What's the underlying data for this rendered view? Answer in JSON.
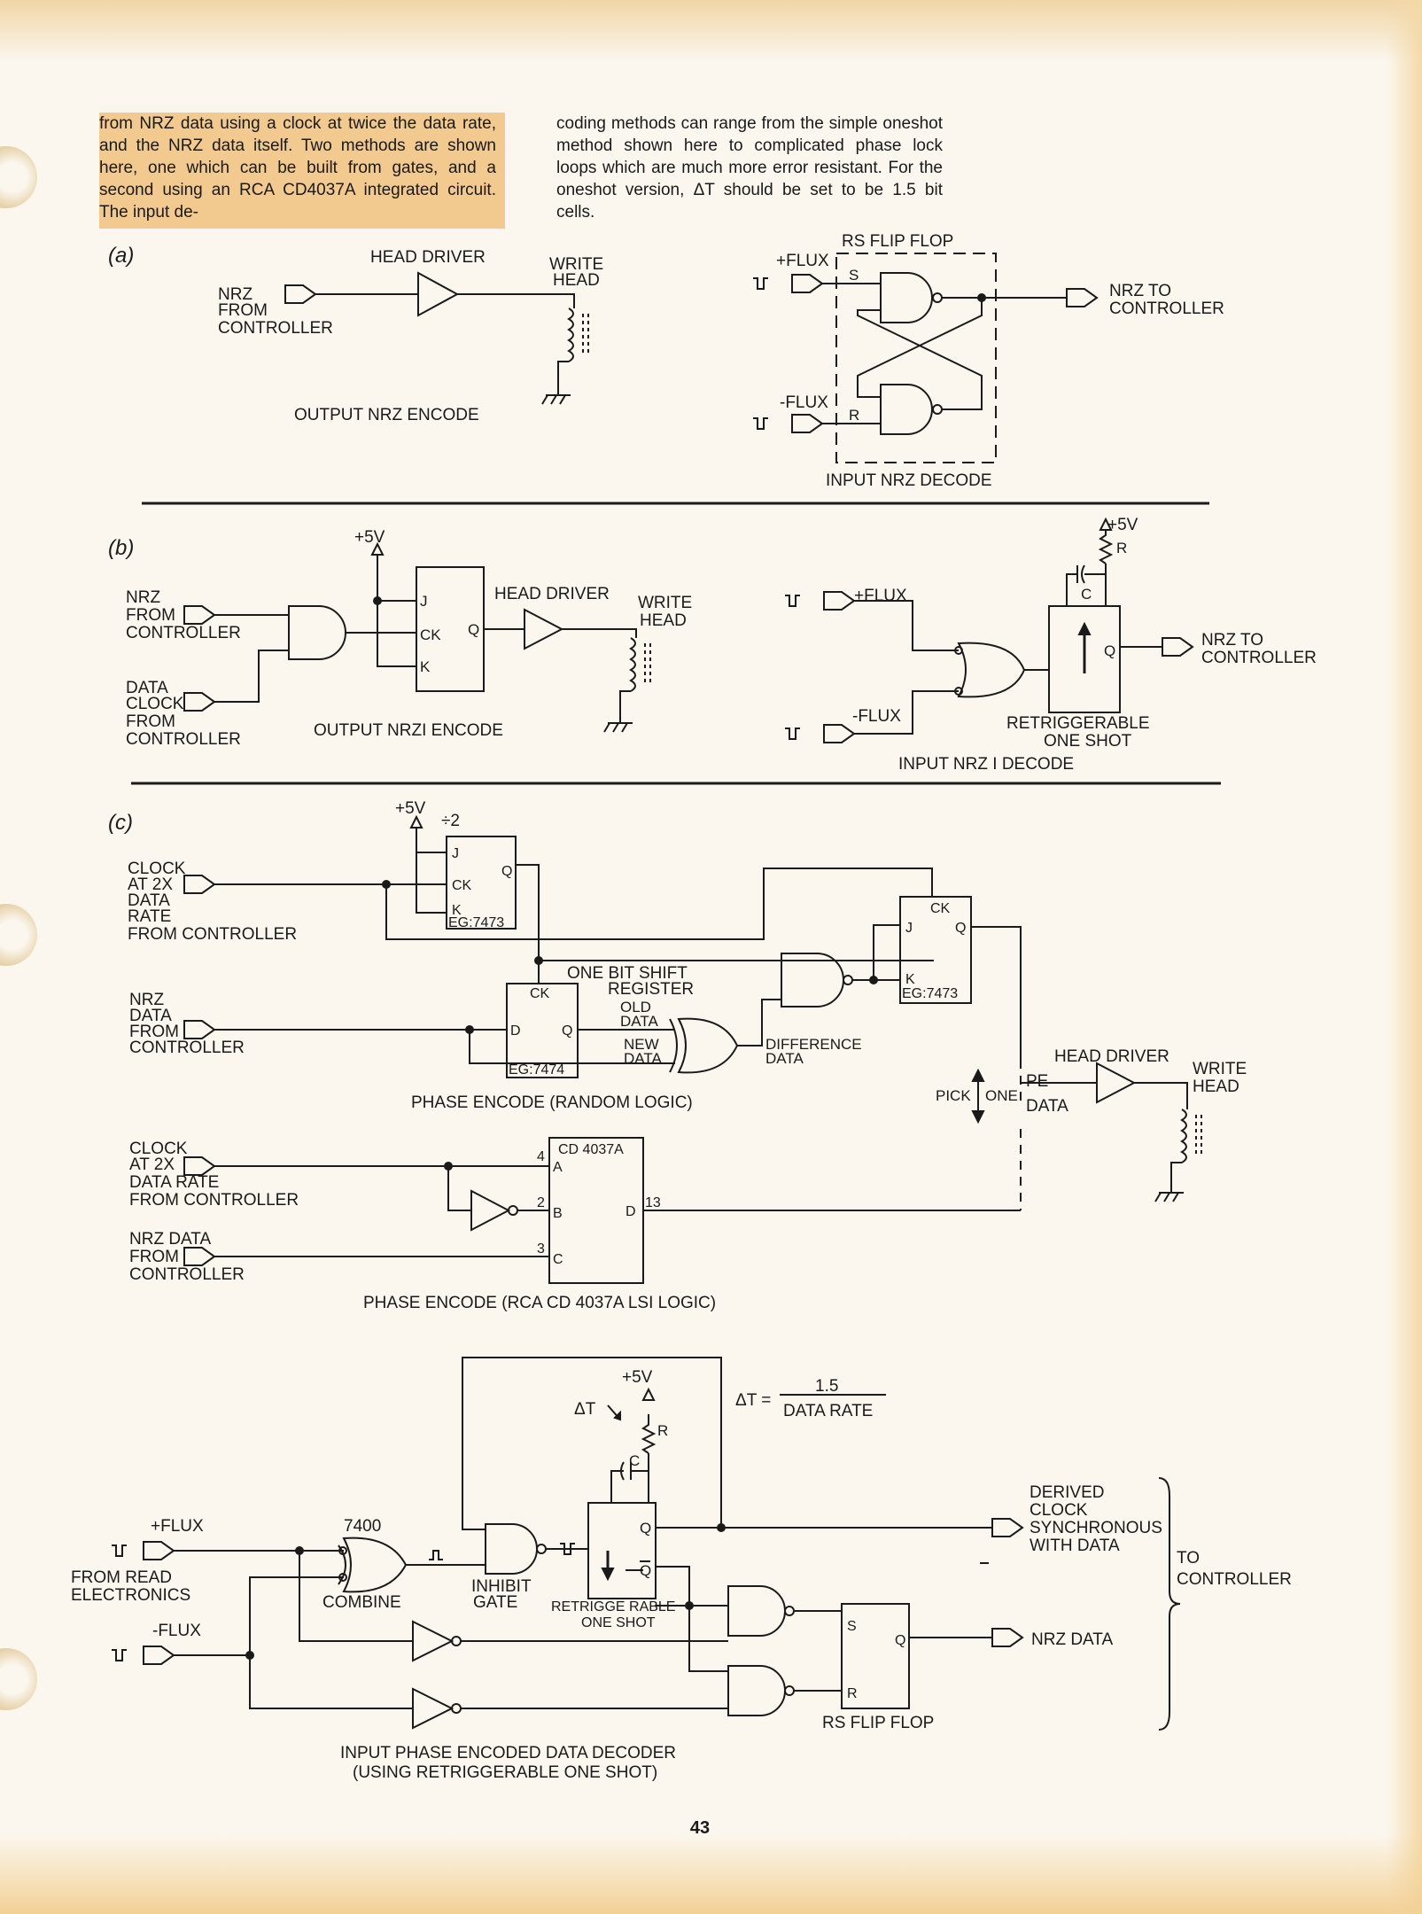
{
  "intro": {
    "left_paragraph": "from NRZ data using a clock at twice the data rate, and the NRZ data itself. Two methods are shown here, one which can be built from gates, and a second using an RCA CD4037A integrated circuit. The input de-",
    "right_paragraph": "coding methods can range from the simple oneshot method shown here to complicated phase lock loops which are much more error resistant. For the oneshot version, ΔT should be set to be 1.5 bit cells."
  },
  "section_a": {
    "tag": "(a)",
    "head_driver": "HEAD DRIVER",
    "write": "WRITE",
    "head": "HEAD",
    "nrz": "NRZ",
    "from": "FROM",
    "controller": "CONTROLLER",
    "output_caption": "OUTPUT NRZ ENCODE",
    "rs_flip_flop": "RS FLIP FLOP",
    "plus_flux": "+FLUX",
    "minus_flux": "-FLUX",
    "s": "S",
    "r": "R",
    "nrz_to": "NRZ TO",
    "to_controller": "CONTROLLER",
    "input_caption": "INPUT NRZ DECODE"
  },
  "section_b": {
    "tag": "(b)",
    "plus_5v": "+5V",
    "nrz": "NRZ",
    "from": "FROM",
    "controller": "CONTROLLER",
    "data": "DATA",
    "clock": "CLOCK",
    "j": "J",
    "ck": "CK",
    "k": "K",
    "q": "Q",
    "head_driver": "HEAD DRIVER",
    "write": "WRITE",
    "head": "HEAD",
    "output_caption": "OUTPUT NRZI ENCODE",
    "plus_flux": "+FLUX",
    "minus_flux": "-FLUX",
    "plus_5v_r": "+5V",
    "r": "R",
    "c": "C",
    "nrz_to": "NRZ TO",
    "to_controller": "CONTROLLER",
    "retriggerable": "RETRIGGERABLE",
    "one_shot": "ONE SHOT",
    "input_caption": "INPUT NRZ I DECODE"
  },
  "section_c": {
    "tag": "(c)",
    "plus_5v": "+5V",
    "div2": "÷2",
    "clock": "CLOCK",
    "at_2x": "AT 2X",
    "data": "DATA",
    "rate": "RATE",
    "from_controller": "FROM CONTROLLER",
    "j": "J",
    "ck": "CK",
    "k": "K",
    "q": "Q",
    "d": "D",
    "eg7473": "EG:7473",
    "eg7474": "EG:7474",
    "one_bit_shift": "ONE BIT SHIFT",
    "register": "REGISTER",
    "old": "OLD",
    "new": "NEW",
    "nrz": "NRZ",
    "from": "FROM",
    "controller": "CONTROLLER",
    "difference": "DIFFERENCE",
    "random_caption": "PHASE ENCODE (RANDOM LOGIC)",
    "head_driver": "HEAD DRIVER",
    "write": "WRITE",
    "head": "HEAD",
    "pick": "PICK",
    "one": "ONE",
    "pe": "PE",
    "data_rate": "DATA RATE",
    "nrz_data": "NRZ DATA",
    "chip": "CD 4037A",
    "pin_a": "A",
    "pin_b": "B",
    "pin_c": "C",
    "pin_d": "D",
    "n4": "4",
    "n2": "2",
    "n3": "3",
    "n13": "13",
    "lsi_caption": "PHASE ENCODE (RCA CD 4037A LSI LOGIC)"
  },
  "section_d": {
    "plus_5v": "+5V",
    "delta_t": "ΔT",
    "delta_eq": "ΔT =",
    "numerator": "1.5",
    "denominator": "DATA RATE",
    "r": "R",
    "c": "C",
    "plus_flux": "+FLUX",
    "minus_flux": "-FLUX",
    "from_read": "FROM READ",
    "electronics": "ELECTRONICS",
    "part_7400": "7400",
    "combine": "COMBINE",
    "inhibit": "INHIBIT",
    "gate": "GATE",
    "q": "Q",
    "q_bar": "Q",
    "retriggerable": "RETRIGGE RABLE",
    "one_shot": "ONE SHOT",
    "s": "S",
    "rr": "R",
    "rs_flip_flop": "RS FLIP FLOP",
    "derived": "DERIVED",
    "clock": "CLOCK",
    "synchronous": "SYNCHRONOUS",
    "with_data": "WITH DATA",
    "nrz_data": "NRZ DATA",
    "to": "TO",
    "controller": "CONTROLLER",
    "caption_1": "INPUT PHASE ENCODED DATA DECODER",
    "caption_2": "(USING RETRIGGERABLE ONE SHOT)"
  },
  "page_number": "43"
}
